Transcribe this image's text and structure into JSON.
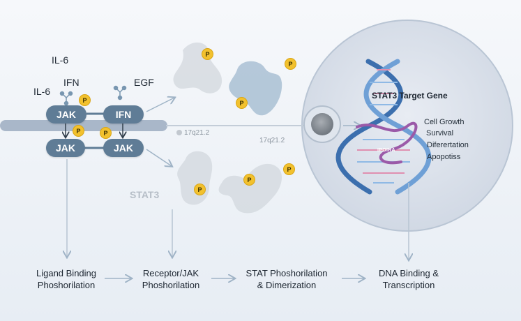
{
  "ligands": {
    "il6_top": "IL-6",
    "ifn": "IFN",
    "il6_left": "IL-6",
    "egf": "EGF"
  },
  "receptors": {
    "jak_top_left": "JAK",
    "ifn_pill": "IFN",
    "jak_bottom_left": "JAK",
    "jak_bottom_right": "JAK"
  },
  "phospho_label": "P",
  "loci": {
    "left": "17q21.2",
    "right": "17q21.2"
  },
  "stat_label": "STAT3",
  "nucleus": {
    "title": "STAT3 Target Gene",
    "dna_tag": "IPOIRA",
    "outcomes": [
      "Cell Growth",
      "Survival",
      "Diferertation",
      "Apopotiss"
    ]
  },
  "steps": [
    {
      "line1": "Ligand Binding",
      "line2": "Phoshorilation"
    },
    {
      "line1": "Receptor/JAK",
      "line2": "Phoshorilation"
    },
    {
      "line1": "STAT Phoshorilation",
      "line2": "& Dimerization"
    },
    {
      "line1": "DNA Binding &",
      "line2": "Transcription"
    }
  ],
  "colors": {
    "pill": "#5f7c96",
    "membrane": "#a9b7c9",
    "badge": "#f2c12e",
    "nucleus": "#dde3ec",
    "dna_blue": "#4f86c6",
    "dna_purple": "#9b5aa8"
  }
}
